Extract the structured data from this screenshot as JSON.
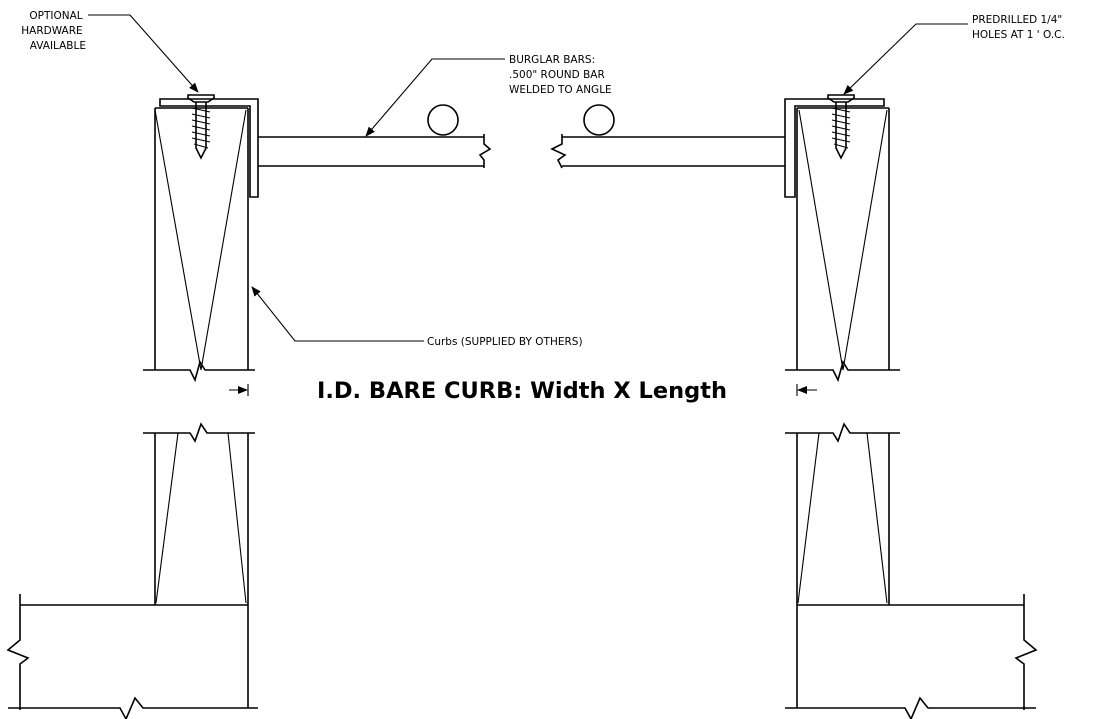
{
  "notes": {
    "optional_hardware": [
      "OPTIONAL",
      "HARDWARE",
      "AVAILABLE"
    ],
    "predrilled_holes": [
      "PREDRILLED 1/4\"",
      "HOLES AT 1 ' O.C."
    ],
    "burglar_bars": [
      "BURGLAR BARS:",
      ".500\" ROUND BAR",
      "WELDED TO ANGLE"
    ],
    "curbs": "Curbs (SUPPLIED BY OTHERS)"
  },
  "dimension": {
    "label": "I.D. BARE CURB: Width X Length"
  },
  "colors": {
    "line": "#000000",
    "background": "#ffffff"
  }
}
